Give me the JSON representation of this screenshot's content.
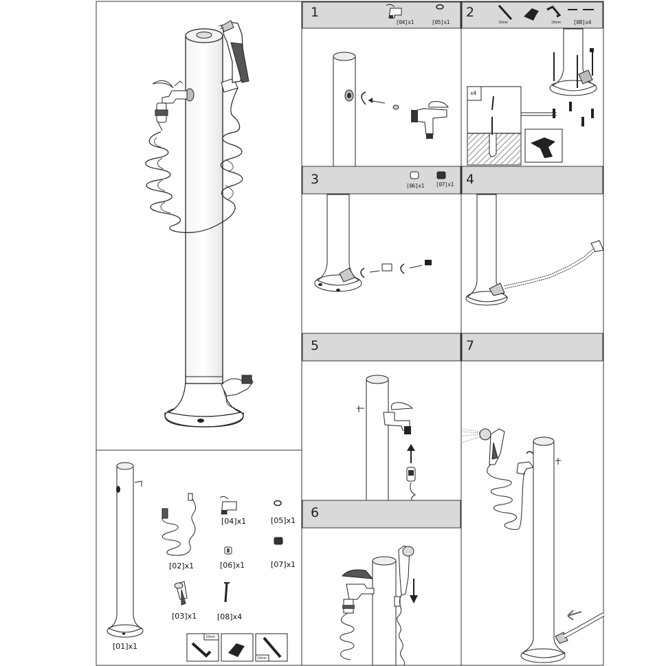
{
  "steps": {
    "s1": {
      "number": "1",
      "parts": [
        "[04]x1",
        "[05]x1"
      ]
    },
    "s2": {
      "number": "2",
      "tool_labels": [
        "10mm",
        "10mm"
      ],
      "parts": [
        "[08]x4"
      ],
      "detail_count": "x4"
    },
    "s3": {
      "number": "3",
      "parts": [
        "[06]x1",
        "[07]x1"
      ]
    },
    "s4": {
      "number": "4"
    },
    "s5": {
      "number": "5"
    },
    "s6": {
      "number": "6"
    },
    "s7": {
      "number": "7"
    }
  },
  "parts_list": {
    "p01": "[01]x1",
    "p02": "[02]x1",
    "p03": "[03]x1",
    "p04": "[04]x1",
    "p05": "[05]x1",
    "p06": "[06]x1",
    "p07": "[07]x1",
    "p08": "[08]x4"
  },
  "tools": {
    "wrench_size": "10mm",
    "spanner_size": "10mm"
  }
}
